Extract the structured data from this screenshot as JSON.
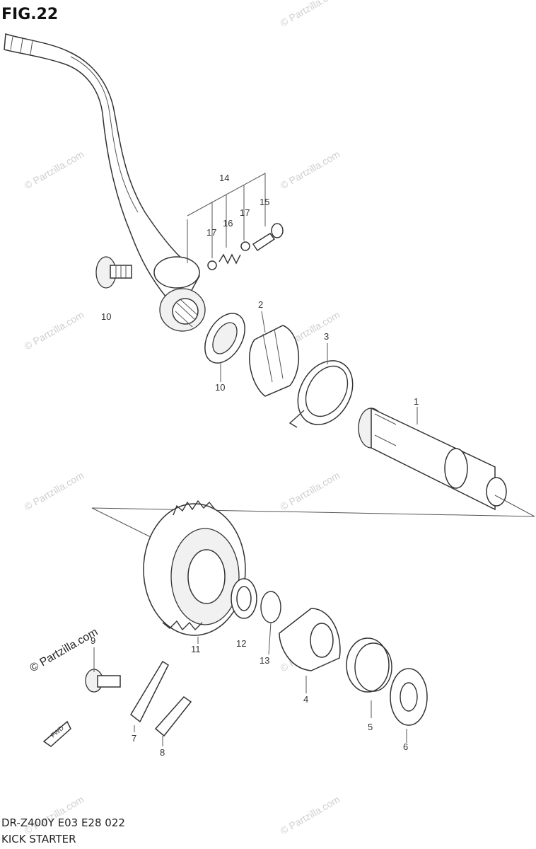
{
  "figure": {
    "title": "FIG.22"
  },
  "footer": {
    "model": "DR-Z400Y E03 E28  022",
    "name": "KICK STARTER"
  },
  "watermark": {
    "text": "© Partzilla.com",
    "feature": "© Partzilla.com"
  },
  "fwd_label": "FWD",
  "callouts": {
    "c1": "1",
    "c2": "2",
    "c3": "3",
    "c4": "4",
    "c5": "5",
    "c6": "6",
    "c7": "7",
    "c8": "8",
    "c9": "9",
    "c10a": "10",
    "c10b": "10",
    "c11": "11",
    "c12": "12",
    "c13": "13",
    "c14": "14",
    "c15": "15",
    "c16": "16",
    "c17a": "17",
    "c17b": "17"
  }
}
